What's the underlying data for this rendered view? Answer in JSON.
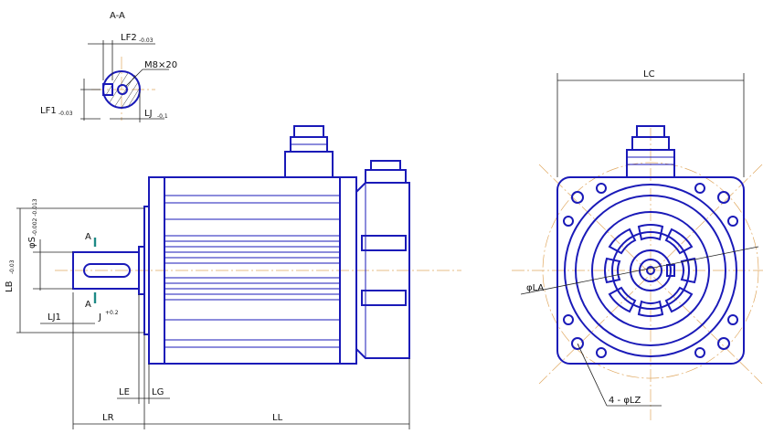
{
  "section_title": "A-A",
  "labels": {
    "lf2": "LF2",
    "lf2_tol": "-0.03",
    "m8": "M8×20",
    "lf1": "LF1",
    "lf1_tol": "-0.03",
    "lj": "LJ",
    "lj_tol": "-0.1",
    "lc": "LC",
    "lb": "LB",
    "lb_tol": "-0.03",
    "s": "φS",
    "s_tol": "-0.002 -0.013",
    "a_top": "A",
    "a_bottom": "A",
    "j": "J",
    "j_tol": "+0.2",
    "lj1": "LJ1",
    "le": "LE",
    "lg": "LG",
    "lr": "LR",
    "ll": "LL",
    "la": "φLA",
    "lz": "4 - φLZ"
  },
  "colors": {
    "outline": "#1a1ab8",
    "centerline": "#e0a860",
    "section_mark": "#1e8a86",
    "dimension": "#222222"
  }
}
